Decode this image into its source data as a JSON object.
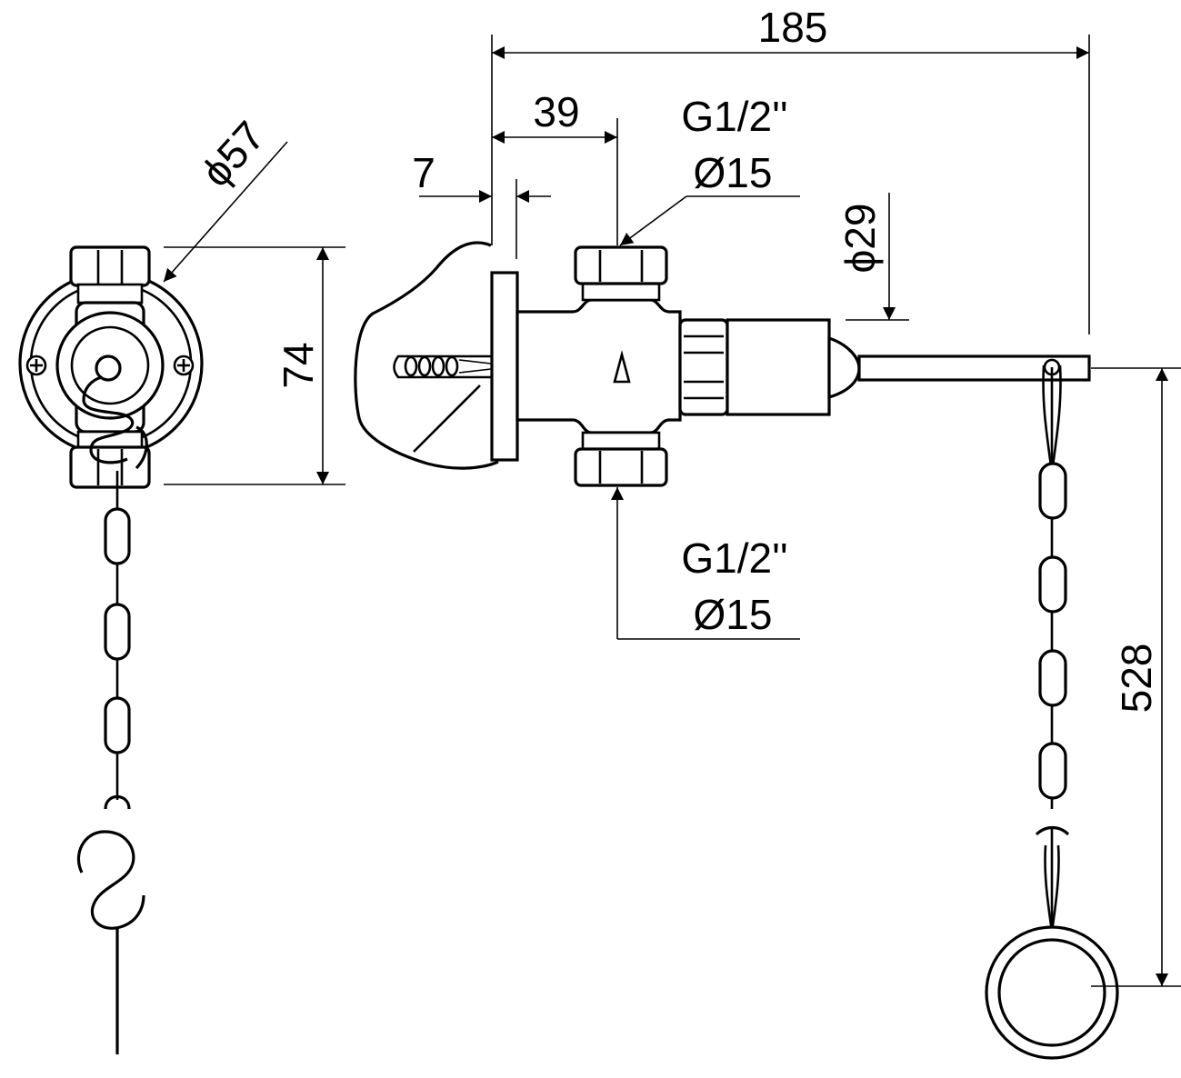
{
  "dimensions": {
    "overall_length": "185",
    "flange_to_inlet": "39",
    "flange_thickness": "7",
    "inlet_thread_top": "G1/2''",
    "inlet_pipe_top": "Ø15",
    "outlet_thread_bottom": "G1/2''",
    "outlet_pipe_bottom": "Ø15",
    "cap_diameter": "ϕ29",
    "rosette_diameter": "ϕ57",
    "body_height": "74",
    "chain_length": "528"
  },
  "colors": {
    "line": "#000000",
    "background": "#ffffff"
  }
}
